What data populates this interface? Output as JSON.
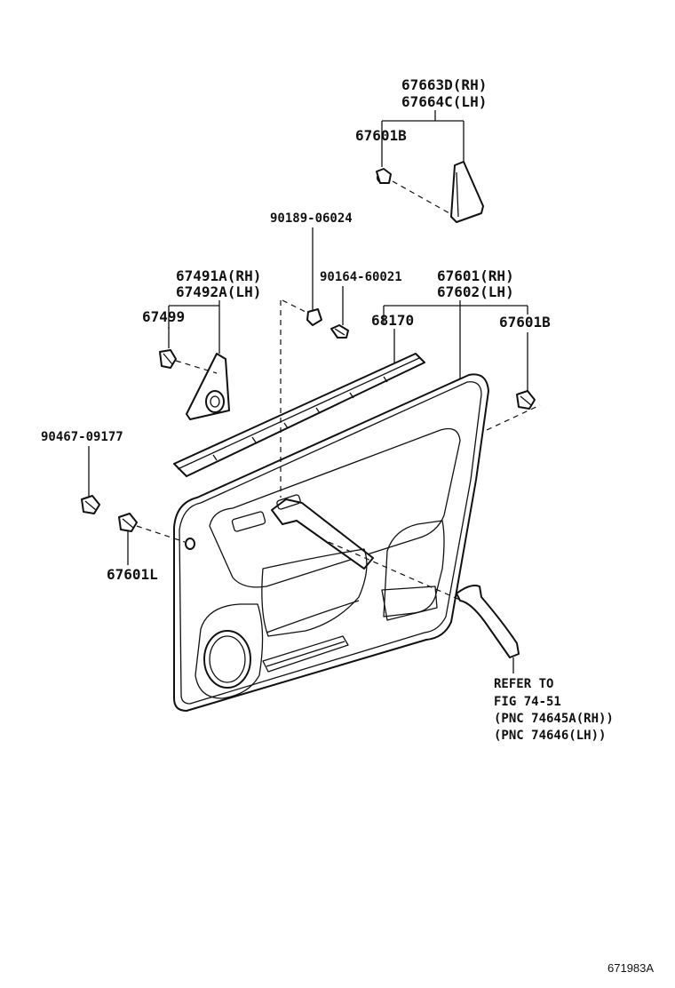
{
  "labels": {
    "p67663d": "67663D(RH)",
    "p67664c": "67664C(LH)",
    "p67601b_top": "67601B",
    "p90189": "90189-06024",
    "p67491a": "67491A(RH)",
    "p67492a": "67492A(LH)",
    "p90164": "90164-60021",
    "p67601rh": "67601(RH)",
    "p67602lh": "67602(LH)",
    "p67499": "67499",
    "p68170": "68170",
    "p67601b_right": "67601B",
    "p90467": "90467-09177",
    "p67601l": "67601L",
    "refer_line1": "REFER TO",
    "refer_line2": "FIG 74-51",
    "refer_line3": "(PNC 74645A(RH))",
    "refer_line4": "(PNC 74646(LH))",
    "diagram_code": "671983A"
  }
}
